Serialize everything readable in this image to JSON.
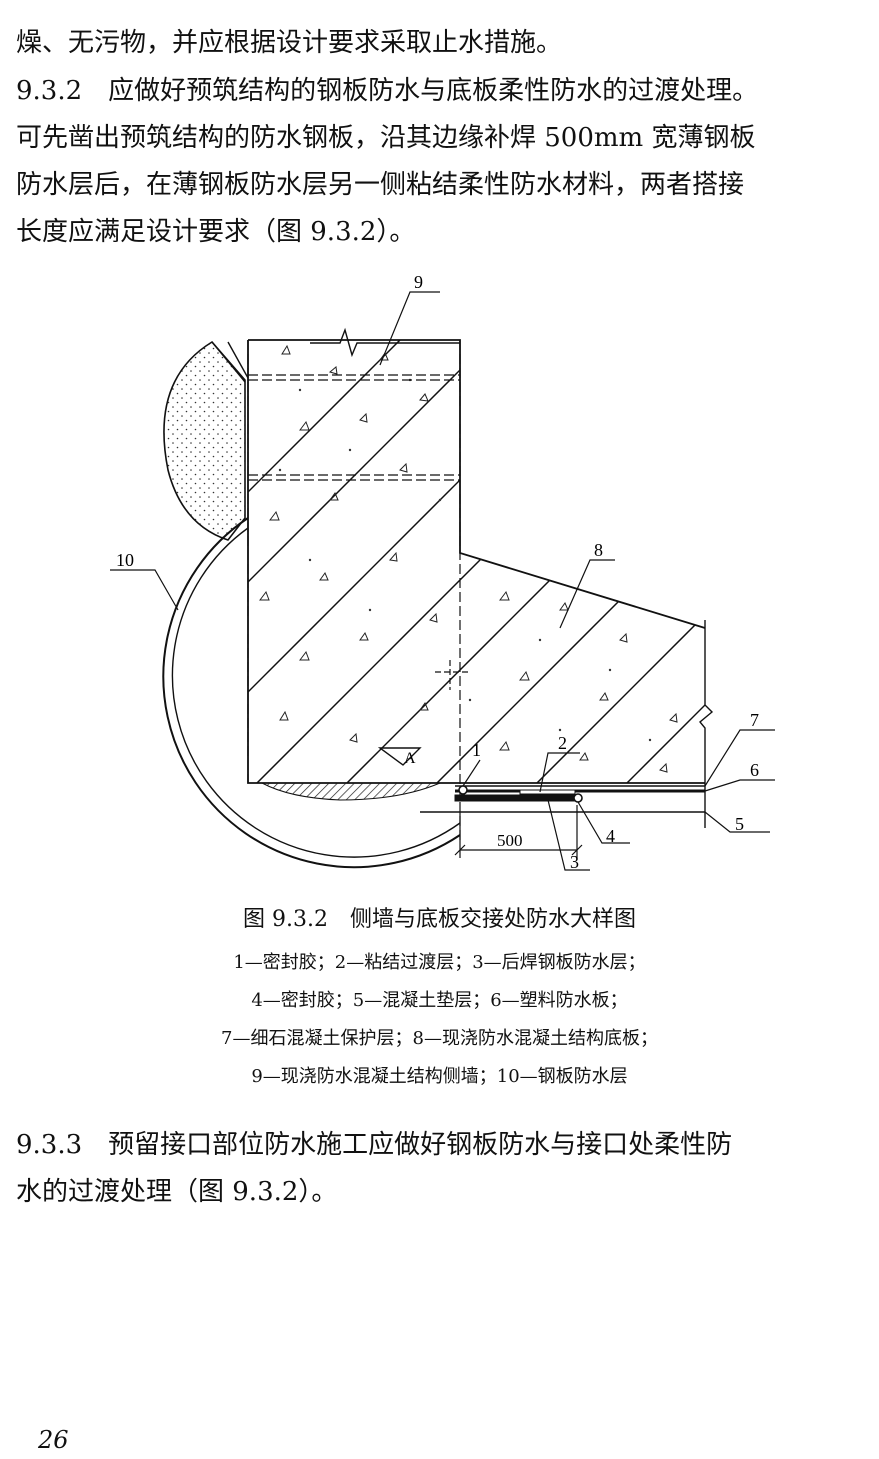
{
  "para_top": {
    "lines": [
      "燥、无污物，并应根据设计要求采取止水措施。"
    ]
  },
  "para_932": {
    "lines": [
      "9.3.2　应做好预筑结构的钢板防水与底板柔性防水的过渡处理。",
      "可先凿出预筑结构的防水钢板，沿其边缘补焊 500mm 宽薄钢板",
      "防水层后，在薄钢板防水层另一侧粘结柔性防水材料，两者搭接",
      "长度应满足设计要求（图 9.3.2）。"
    ]
  },
  "figure": {
    "callouts": [
      "1",
      "2",
      "3",
      "4",
      "5",
      "6",
      "7",
      "8",
      "9",
      "10"
    ],
    "section_mark": "A",
    "dimension": "500",
    "caption_title": "图 9.3.2　侧墙与底板交接处防水大样图",
    "legend_lines": [
      "1—密封胶；2—粘结过渡层；3—后焊钢板防水层；",
      "4—密封胶；5—混凝土垫层；6—塑料防水板；",
      "7—细石混凝土保护层；8—现浇防水混凝土结构底板；",
      "9—现浇防水混凝土结构侧墙；10—钢板防水层"
    ]
  },
  "para_933": {
    "lines": [
      "9.3.3　预留接口部位防水施工应做好钢板防水与接口处柔性防",
      "水的过渡处理（图 9.3.2）。"
    ]
  },
  "page_number": "26"
}
